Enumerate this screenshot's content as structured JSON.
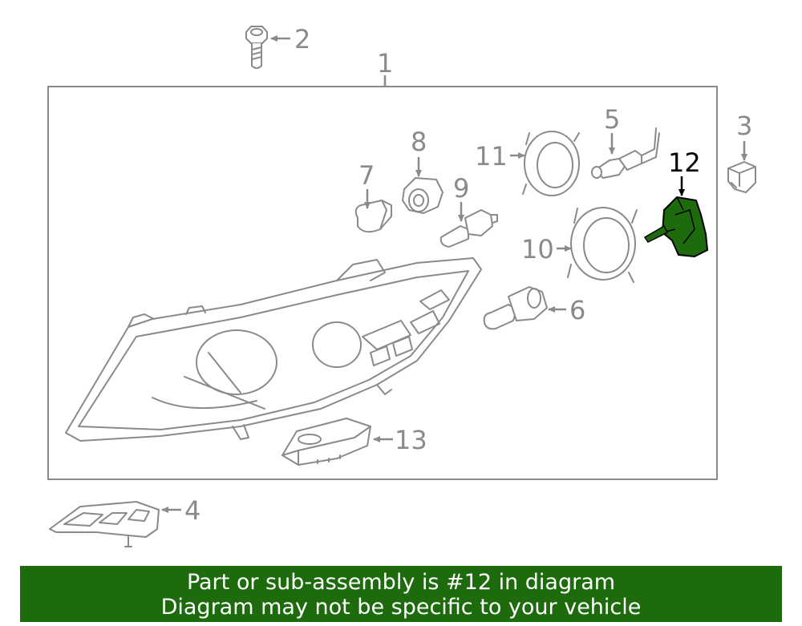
{
  "diagram": {
    "callouts": [
      "1",
      "2",
      "3",
      "4",
      "5",
      "6",
      "7",
      "8",
      "9",
      "10",
      "11",
      "12",
      "13"
    ],
    "highlight_part": "12",
    "highlight_color": "#1e6b0e"
  },
  "banner": {
    "line1": "Part or sub-assembly is #12 in diagram",
    "line2": "Diagram may not be specific to your vehicle",
    "background": "#1e6b0e"
  }
}
